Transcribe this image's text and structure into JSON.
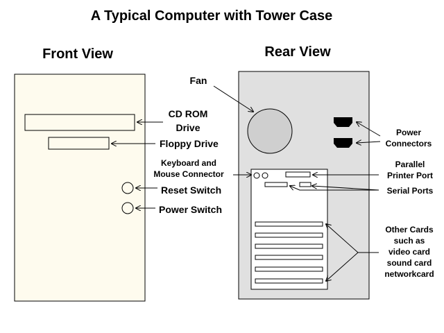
{
  "title": "A Typical Computer with Tower Case",
  "front": {
    "heading": "Front View",
    "labels": {
      "cdrom_line1": "CD ROM",
      "cdrom_line2": "Drive",
      "floppy": "Floppy Drive",
      "reset": "Reset Switch",
      "power": "Power Switch"
    }
  },
  "rear": {
    "heading": "Rear View",
    "labels": {
      "fan": "Fan",
      "power_conn_line1": "Power",
      "power_conn_line2": "Connectors",
      "keyboard_line1": "Keyboard and",
      "keyboard_line2": "Mouse Connector",
      "parallel_line1": "Parallel",
      "parallel_line2": "Printer Port",
      "serial": "Serial Ports",
      "cards_line1": "Other Cards",
      "cards_line2": "such as",
      "cards_line3": "video card",
      "cards_line4": "sound card",
      "cards_line5": "networkcard"
    }
  },
  "colors": {
    "front_case": "#fefbee",
    "rear_case": "#e0e0e0",
    "fan": "#cfcfcf",
    "power_connector": "#000000",
    "motherboard": "#ffffff"
  }
}
